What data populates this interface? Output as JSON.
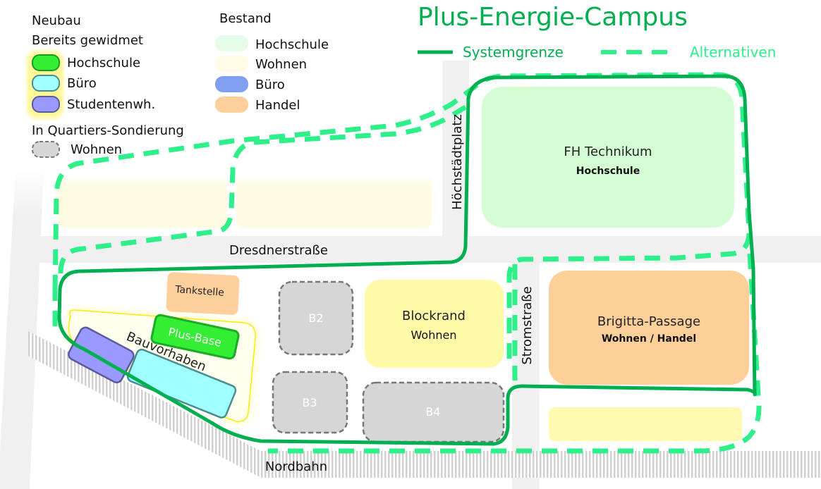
{
  "title": "Plus-Energie-Campus",
  "boundary_legend": {
    "system_boundary_label": "Systemgrenze",
    "alternatives_label": "Alternativen"
  },
  "legend": {
    "neubau_heading": "Neubau",
    "gewidmet_heading": "Bereits gewidmet",
    "neubau_items": [
      {
        "label": "Hochschule",
        "color": "#33ee33"
      },
      {
        "label": "Büro",
        "color": "#a0ffff"
      },
      {
        "label": "Studentenwh.",
        "color": "#9999ff"
      }
    ],
    "sondierung_heading": "In Quartiers-Sondierung",
    "sondierung_items": [
      {
        "label": "Wohnen",
        "color": "#d6d6d6"
      }
    ],
    "bestand_heading": "Bestand",
    "bestand_items": [
      {
        "label": "Hochschule",
        "color": "#e5fde8"
      },
      {
        "label": "Wohnen",
        "color": "#fffbe5"
      },
      {
        "label": "Büro",
        "color": "#7f9ff0"
      },
      {
        "label": "Handel",
        "color": "#fdcf9d"
      }
    ]
  },
  "streets": {
    "hoechstaedtplatz": "Höchstädtplatz",
    "dresdnerstrasse": "Dresdnerstraße",
    "stromstrasse": "Stromstraße",
    "nordbahn": "Nordbahn"
  },
  "buildings": {
    "fh_technikum": {
      "name": "FH Technikum",
      "use": "Hochschule"
    },
    "blockrand": {
      "name": "Blockrand",
      "use": "Wohnen"
    },
    "brigitta": {
      "name": "Brigitta-Passage",
      "use": "Wohnen / Handel"
    },
    "tankstelle": {
      "name": "Tankstelle"
    },
    "plus_base": {
      "name": "Plus-Base"
    },
    "bauvorhaben": {
      "name": "Bauvorhaben"
    },
    "b2": {
      "name": "B2"
    },
    "b3": {
      "name": "B3"
    },
    "b4": {
      "name": "B4"
    }
  },
  "colors": {
    "system_boundary": "#00b050",
    "alternatives": "#2ef08a",
    "road": "#f0f0f0",
    "railway": "#d0d0d0"
  }
}
